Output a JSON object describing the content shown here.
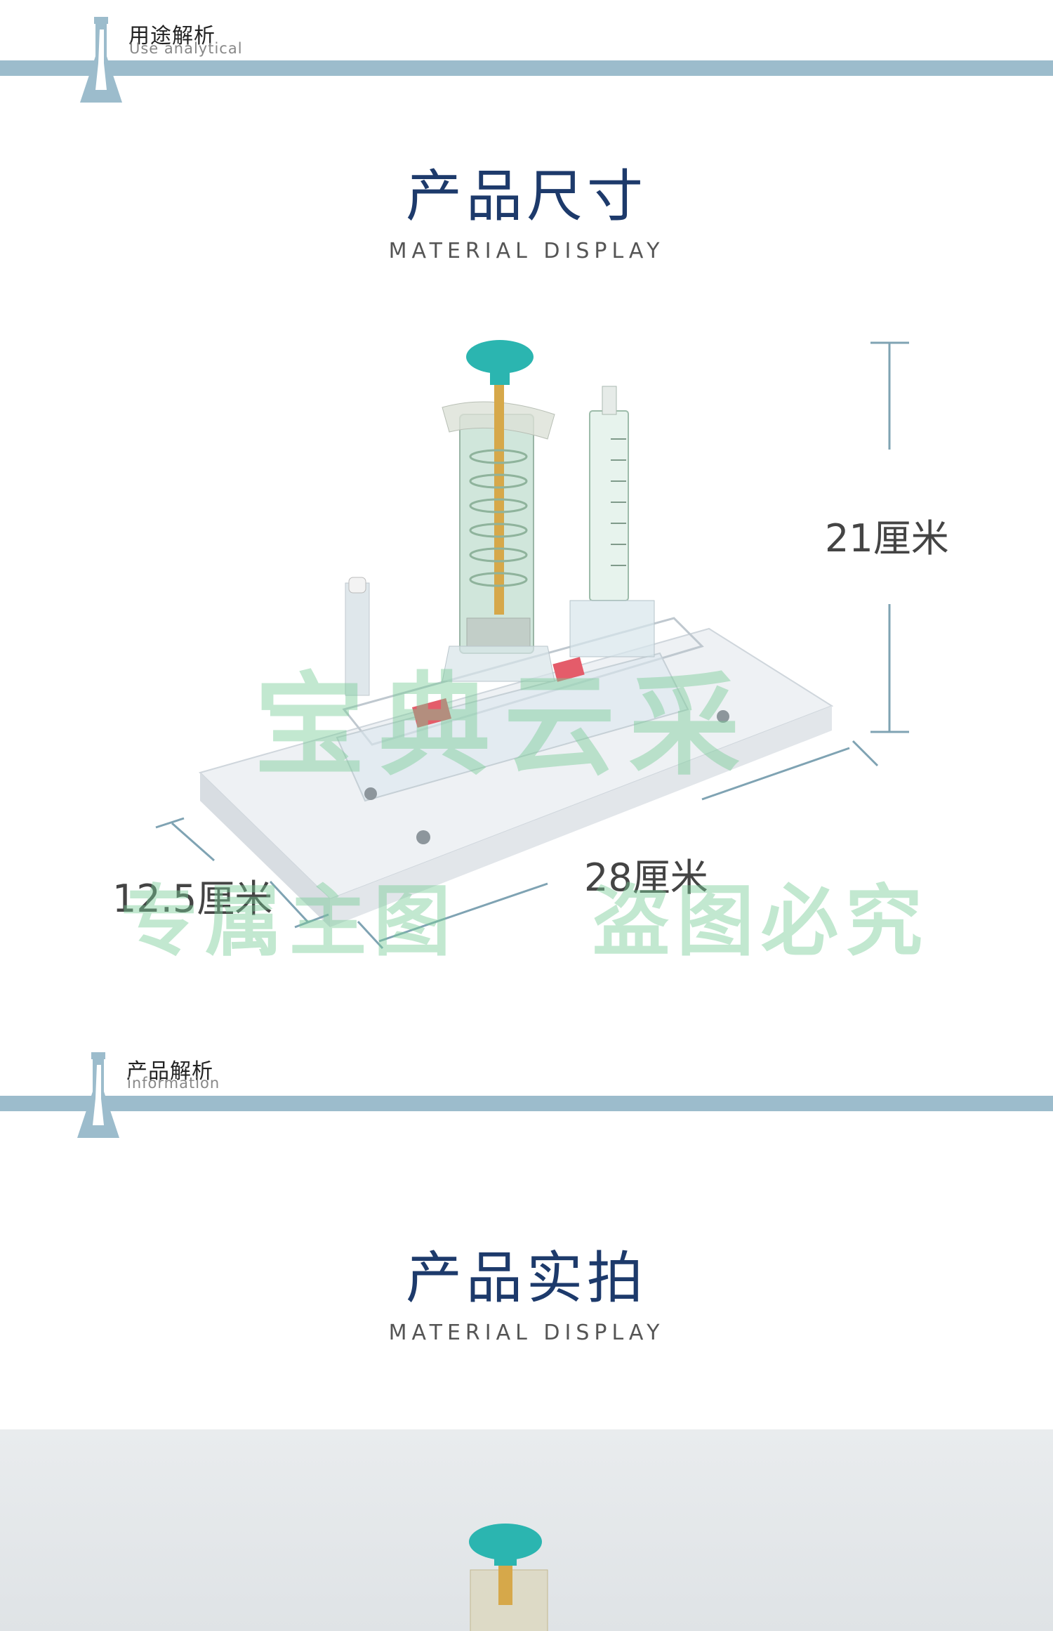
{
  "section1": {
    "title_cn": "用途解析",
    "title_en": "Use analytical"
  },
  "size_block": {
    "heading_cn": "产品尺寸",
    "heading_en": "MATERIAL  DISPLAY",
    "dims": {
      "height": "21厘米",
      "length": "28厘米",
      "width": "12.5厘米"
    }
  },
  "section2": {
    "title_cn": "产品解析",
    "title_en": "information"
  },
  "photo_block": {
    "heading_cn": "产品实拍",
    "heading_en": "MATERIAL  DISPLAY"
  },
  "watermark": {
    "line1": "宝典云采",
    "line2a": "专属主图",
    "line2b": "盗图必究"
  },
  "colors": {
    "bar": "#9cbccc",
    "heading": "#1d3a6b",
    "knob": "#2bb5b0",
    "watermark": "#78cd96"
  }
}
